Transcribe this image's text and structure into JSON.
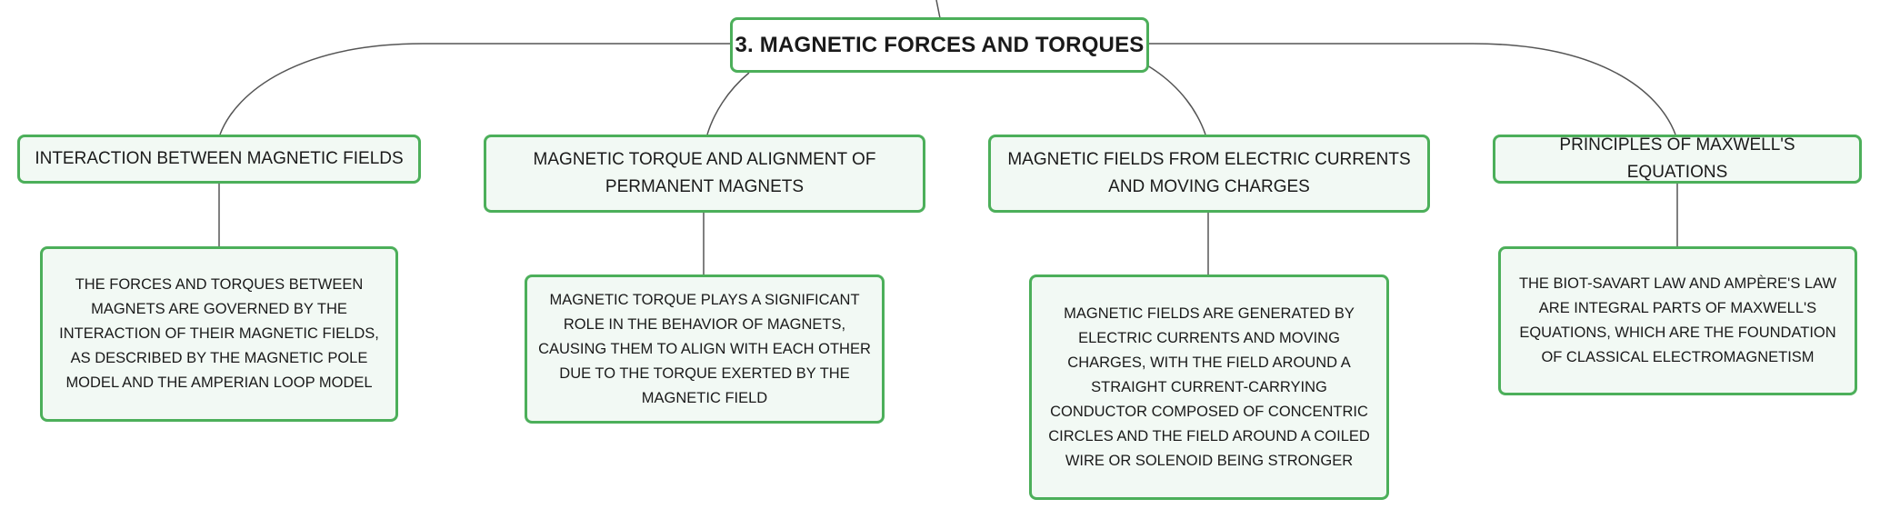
{
  "colors": {
    "border": "#4caf5a",
    "fill": "#f2f9f4",
    "line": "#555555",
    "text": "#1a1a1a"
  },
  "root": {
    "label": "3. MAGNETIC FORCES AND TORQUES"
  },
  "branches": [
    {
      "label": "INTERACTION BETWEEN MAGNETIC FIELDS",
      "detail": "THE FORCES AND TORQUES BETWEEN MAGNETS ARE GOVERNED BY THE INTERACTION OF THEIR MAGNETIC FIELDS, AS DESCRIBED BY THE MAGNETIC POLE MODEL AND THE AMPERIAN LOOP MODEL"
    },
    {
      "label": "MAGNETIC TORQUE AND ALIGNMENT OF PERMANENT MAGNETS",
      "detail": "MAGNETIC TORQUE PLAYS A SIGNIFICANT ROLE IN THE BEHAVIOR OF MAGNETS, CAUSING THEM TO ALIGN WITH EACH OTHER DUE TO THE TORQUE EXERTED BY THE MAGNETIC FIELD"
    },
    {
      "label": "MAGNETIC FIELDS FROM ELECTRIC CURRENTS AND MOVING CHARGES",
      "detail": "MAGNETIC FIELDS ARE GENERATED BY ELECTRIC CURRENTS AND MOVING CHARGES, WITH THE FIELD AROUND A STRAIGHT CURRENT-CARRYING CONDUCTOR COMPOSED OF CONCENTRIC CIRCLES AND THE FIELD AROUND A COILED WIRE OR SOLENOID BEING STRONGER"
    },
    {
      "label": "PRINCIPLES OF MAXWELL'S EQUATIONS",
      "detail": "THE BIOT-SAVART LAW AND AMPÈRE'S LAW ARE INTEGRAL PARTS OF MAXWELL'S EQUATIONS, WHICH ARE THE FOUNDATION OF CLASSICAL ELECTROMAGNETISM"
    }
  ]
}
